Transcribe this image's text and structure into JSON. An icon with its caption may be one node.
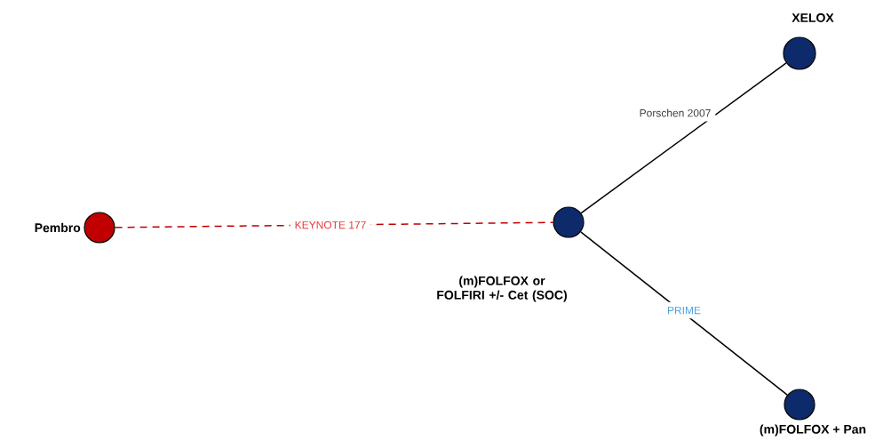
{
  "diagram": {
    "nodes": [
      {
        "text": [
          "Pembro"
        ]
      },
      {
        "text": [
          "(m)FOLFOX or FOLFIRI +/- Cet (SOC)"
        ]
      },
      {
        "text": [
          "XELOX"
        ]
      },
      {
        "text": [
          "(m)FOLFOX + Pan"
        ]
      }
    ],
    "edges": [
      {
        "from": 0,
        "to": 1,
        "arrow": "none",
        "label": "KEYNOTE 177",
        "style": "dashed",
        "color": "#c00000"
      },
      {
        "from": 1,
        "to": 2,
        "arrow": "none",
        "label": "Porschen 2007"
      },
      {
        "from": 1,
        "to": 3,
        "arrow": "none",
        "label": "PRIME"
      }
    ]
  }
}
